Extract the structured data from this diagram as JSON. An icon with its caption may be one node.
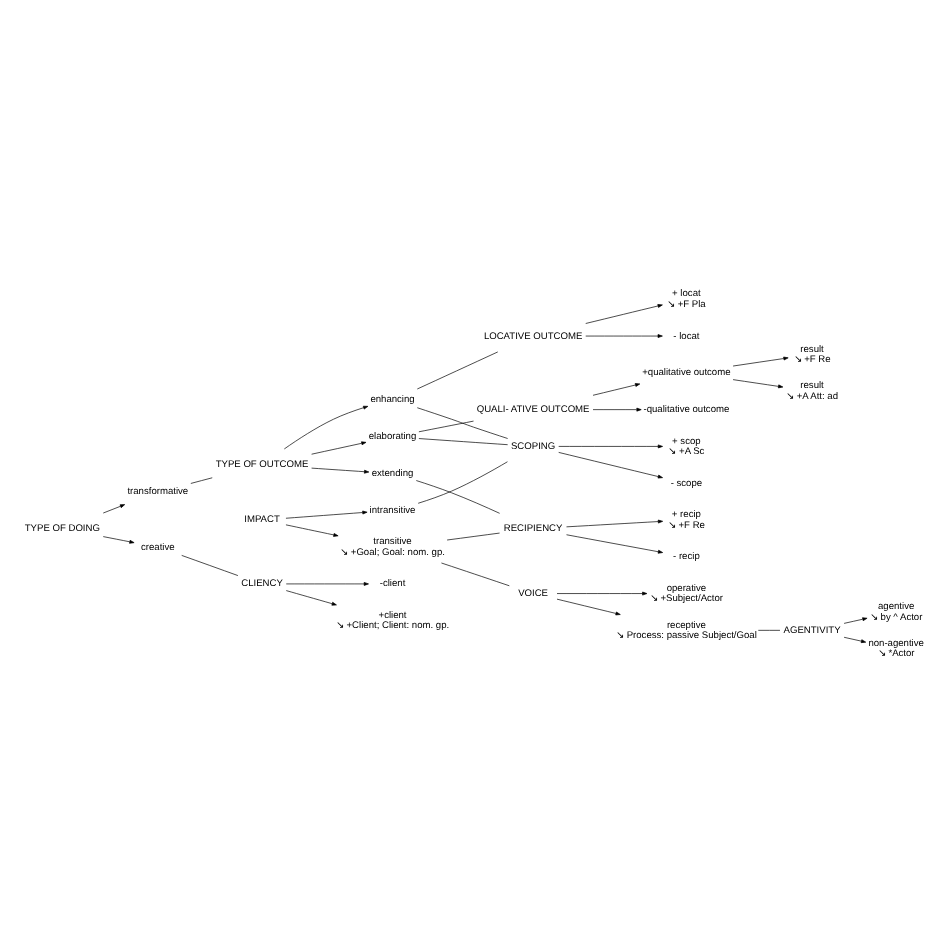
{
  "diagram": {
    "nodes": [
      {
        "text": [
          "TYPE OF DOING"
        ]
      },
      {
        "text": [
          "transformative"
        ]
      },
      {
        "text": [
          "creative"
        ]
      },
      {
        "text": [
          "TYPE OF OUTCOME"
        ]
      },
      {
        "text": [
          "elaborating"
        ]
      },
      {
        "text": [
          "extending"
        ]
      },
      {
        "text": [
          "enhancing"
        ]
      },
      {
        "text": [
          "QUALI- ATIVE OUTCOME"
        ]
      },
      {
        "text": [
          "+qualitative outcome"
        ]
      },
      {
        "text": [
          "-qualitative outcome"
        ]
      },
      {
        "text": [
          "result",
          "↘ +A Att: ad"
        ]
      },
      {
        "text": [
          "result",
          "↘ +F Re"
        ]
      },
      {
        "text": [
          "RECIPIENCY"
        ]
      },
      {
        "text": [
          "+ recip",
          "↘ +F Re"
        ]
      },
      {
        "text": [
          "- recip"
        ]
      },
      {
        "text": [
          "LOCATIVE OUTCOME"
        ]
      },
      {
        "text": [
          "+ locat",
          "↘ +F Pla"
        ]
      },
      {
        "text": [
          "- locat"
        ]
      },
      {
        "text": [
          "CLIENCY"
        ]
      },
      {
        "text": [
          "+client",
          "↘ +Client; Client: nom. gp."
        ]
      },
      {
        "text": [
          "-client"
        ]
      },
      {
        "text": [
          "IMPACT"
        ]
      },
      {
        "text": [
          "intransitive"
        ]
      },
      {
        "text": [
          "transitive",
          "↘ +Goal; Goal: nom. gp."
        ]
      },
      {
        "text": [
          "SCOPING"
        ]
      },
      {
        "text": [
          "+ scop",
          "↘ +A Sc"
        ]
      },
      {
        "text": [
          "- scope"
        ]
      },
      {
        "text": [
          "VOICE"
        ]
      },
      {
        "text": [
          "operative",
          "↘ +Subject/Actor"
        ]
      },
      {
        "text": [
          "receptive",
          "↘ Process: passive Subject/Goal"
        ]
      },
      {
        "text": [
          "AGENTIVITY"
        ]
      },
      {
        "text": [
          "agentive",
          "↘ by ^ Actor"
        ]
      },
      {
        "text": [
          "non-agentive",
          "↘ *Actor"
        ]
      }
    ],
    "edges": [
      {
        "from": 0,
        "to": 1,
        "arrow": "to"
      },
      {
        "from": 0,
        "to": 2,
        "arrow": "to"
      },
      {
        "from": 1,
        "to": 3,
        "arrow": "none"
      },
      {
        "from": 3,
        "to": 4,
        "arrow": "to"
      },
      {
        "from": 3,
        "to": 5,
        "arrow": "to"
      },
      {
        "from": 3,
        "to": 6,
        "arrow": "to"
      },
      {
        "from": 4,
        "to": 7,
        "arrow": "none"
      },
      {
        "from": 4,
        "to": 24,
        "arrow": "none"
      },
      {
        "from": 7,
        "to": 8,
        "arrow": "to"
      },
      {
        "from": 7,
        "to": 9,
        "arrow": "to"
      },
      {
        "from": 8,
        "to": 10,
        "arrow": "to"
      },
      {
        "from": 8,
        "to": 11,
        "arrow": "to"
      },
      {
        "from": 5,
        "to": 12,
        "arrow": "none"
      },
      {
        "from": 23,
        "to": 12,
        "arrow": "none"
      },
      {
        "from": 12,
        "to": 13,
        "arrow": "to"
      },
      {
        "from": 12,
        "to": 14,
        "arrow": "to"
      },
      {
        "from": 6,
        "to": 15,
        "arrow": "none"
      },
      {
        "from": 6,
        "to": 24,
        "arrow": "none"
      },
      {
        "from": 15,
        "to": 16,
        "arrow": "to"
      },
      {
        "from": 15,
        "to": 17,
        "arrow": "to"
      },
      {
        "from": 2,
        "to": 18,
        "arrow": "none"
      },
      {
        "from": 18,
        "to": 19,
        "arrow": "to"
      },
      {
        "from": 18,
        "to": 20,
        "arrow": "to"
      },
      {
        "from": 21,
        "to": 22,
        "arrow": "to"
      },
      {
        "from": 21,
        "to": 23,
        "arrow": "to"
      },
      {
        "from": 22,
        "to": 24,
        "arrow": "none"
      },
      {
        "from": 24,
        "to": 25,
        "arrow": "to"
      },
      {
        "from": 24,
        "to": 26,
        "arrow": "to"
      },
      {
        "from": 23,
        "to": 27,
        "arrow": "none"
      },
      {
        "from": 27,
        "to": 28,
        "arrow": "to"
      },
      {
        "from": 27,
        "to": 29,
        "arrow": "to"
      },
      {
        "from": 29,
        "to": 30,
        "arrow": "none"
      },
      {
        "from": 30,
        "to": 31,
        "arrow": "to"
      },
      {
        "from": 30,
        "to": 32,
        "arrow": "to"
      }
    ]
  }
}
